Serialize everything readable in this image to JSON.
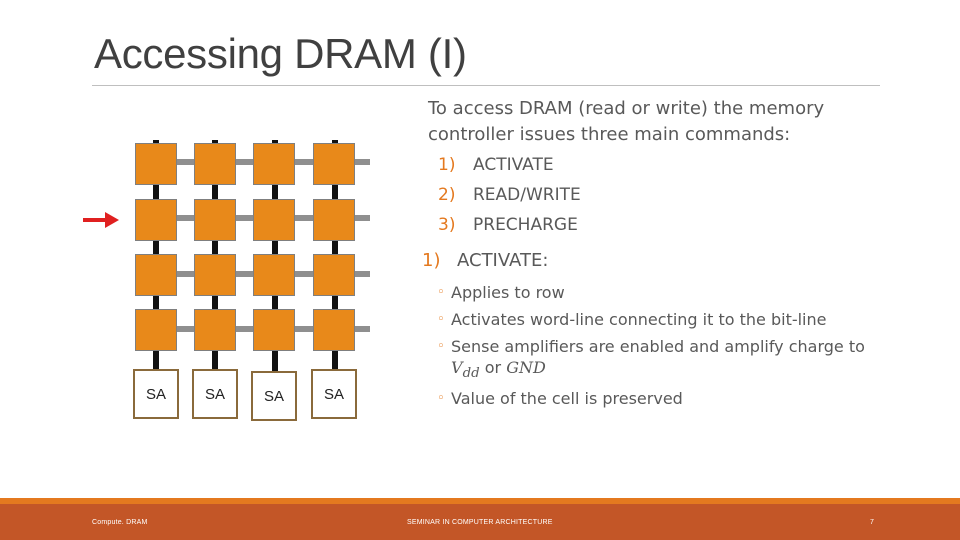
{
  "slide": {
    "title": "Accessing DRAM (I)",
    "intro": "To access DRAM (read or write) the memory controller issues three main commands:",
    "commands": [
      {
        "num": "1)",
        "label": "ACTIVATE"
      },
      {
        "num": "2)",
        "label": "READ/WRITE"
      },
      {
        "num": "3)",
        "label": "PRECHARGE"
      }
    ],
    "section": {
      "num": "1)",
      "label": "ACTIVATE:"
    },
    "bullets": [
      "Applies to row",
      "Activates word-line connecting it to the bit-line",
      "Value of the cell is preserved"
    ],
    "sense_bullet": {
      "prefix": "Sense amplifiers are enabled and amplify charge to",
      "vdd": "V",
      "vdd_sub": "dd",
      "mid": "or",
      "gnd": "GND"
    },
    "bullet_marker": "◦",
    "diagram": {
      "sense_amps": [
        "SA",
        "SA",
        "SA",
        "SA"
      ],
      "arrow_color": "#e02020",
      "cell_color": "#e8891a"
    }
  },
  "footer": {
    "left": "Compute. DRAM",
    "center": "SEMINAR IN COMPUTER ARCHITECTURE",
    "page": "7"
  },
  "colors": {
    "accent_orange": "#e4791f",
    "footer_band": "#c35627",
    "text_gray": "#595959"
  }
}
